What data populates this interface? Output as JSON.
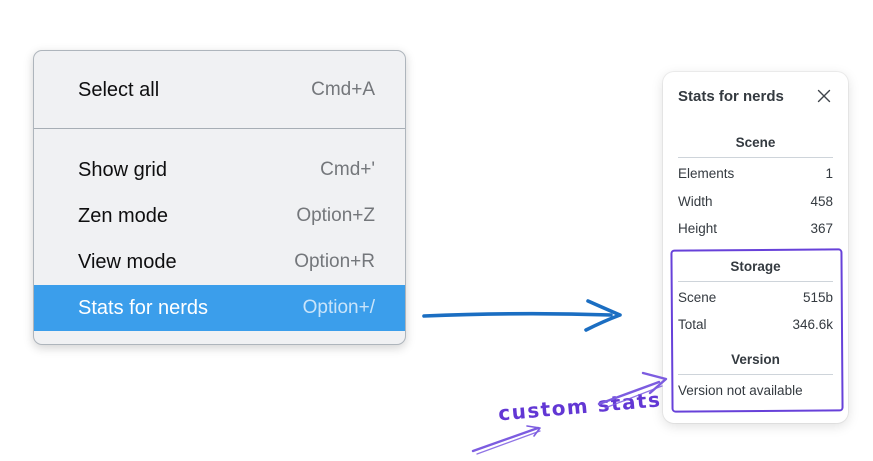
{
  "menu": {
    "items": [
      {
        "label": "Select all",
        "shortcut": "Cmd+A",
        "selected": false
      },
      {
        "label": "Show grid",
        "shortcut": "Cmd+'",
        "selected": false
      },
      {
        "label": "Zen mode",
        "shortcut": "Option+Z",
        "selected": false
      },
      {
        "label": "View mode",
        "shortcut": "Option+R",
        "selected": false
      },
      {
        "label": "Stats for nerds",
        "shortcut": "Option+/",
        "selected": true
      }
    ]
  },
  "stats_panel": {
    "title": "Stats for nerds",
    "sections": [
      {
        "heading": "Scene",
        "rows": [
          {
            "label": "Elements",
            "value": "1"
          },
          {
            "label": "Width",
            "value": "458"
          },
          {
            "label": "Height",
            "value": "367"
          }
        ]
      },
      {
        "heading": "Storage",
        "rows": [
          {
            "label": "Scene",
            "value": "515b"
          },
          {
            "label": "Total",
            "value": "346.6k"
          }
        ]
      },
      {
        "heading": "Version",
        "rows": [],
        "note": "Version not available"
      }
    ]
  },
  "annotation": {
    "label": "custom stats"
  },
  "colors": {
    "menu_highlight": "#3b9eeb",
    "menu_bg": "#f0f1f3",
    "arrow_blue": "#1b6ec2",
    "annotation_purple": "#6237d4",
    "box_purple": "#6741d9",
    "panel_text": "#343a40"
  }
}
